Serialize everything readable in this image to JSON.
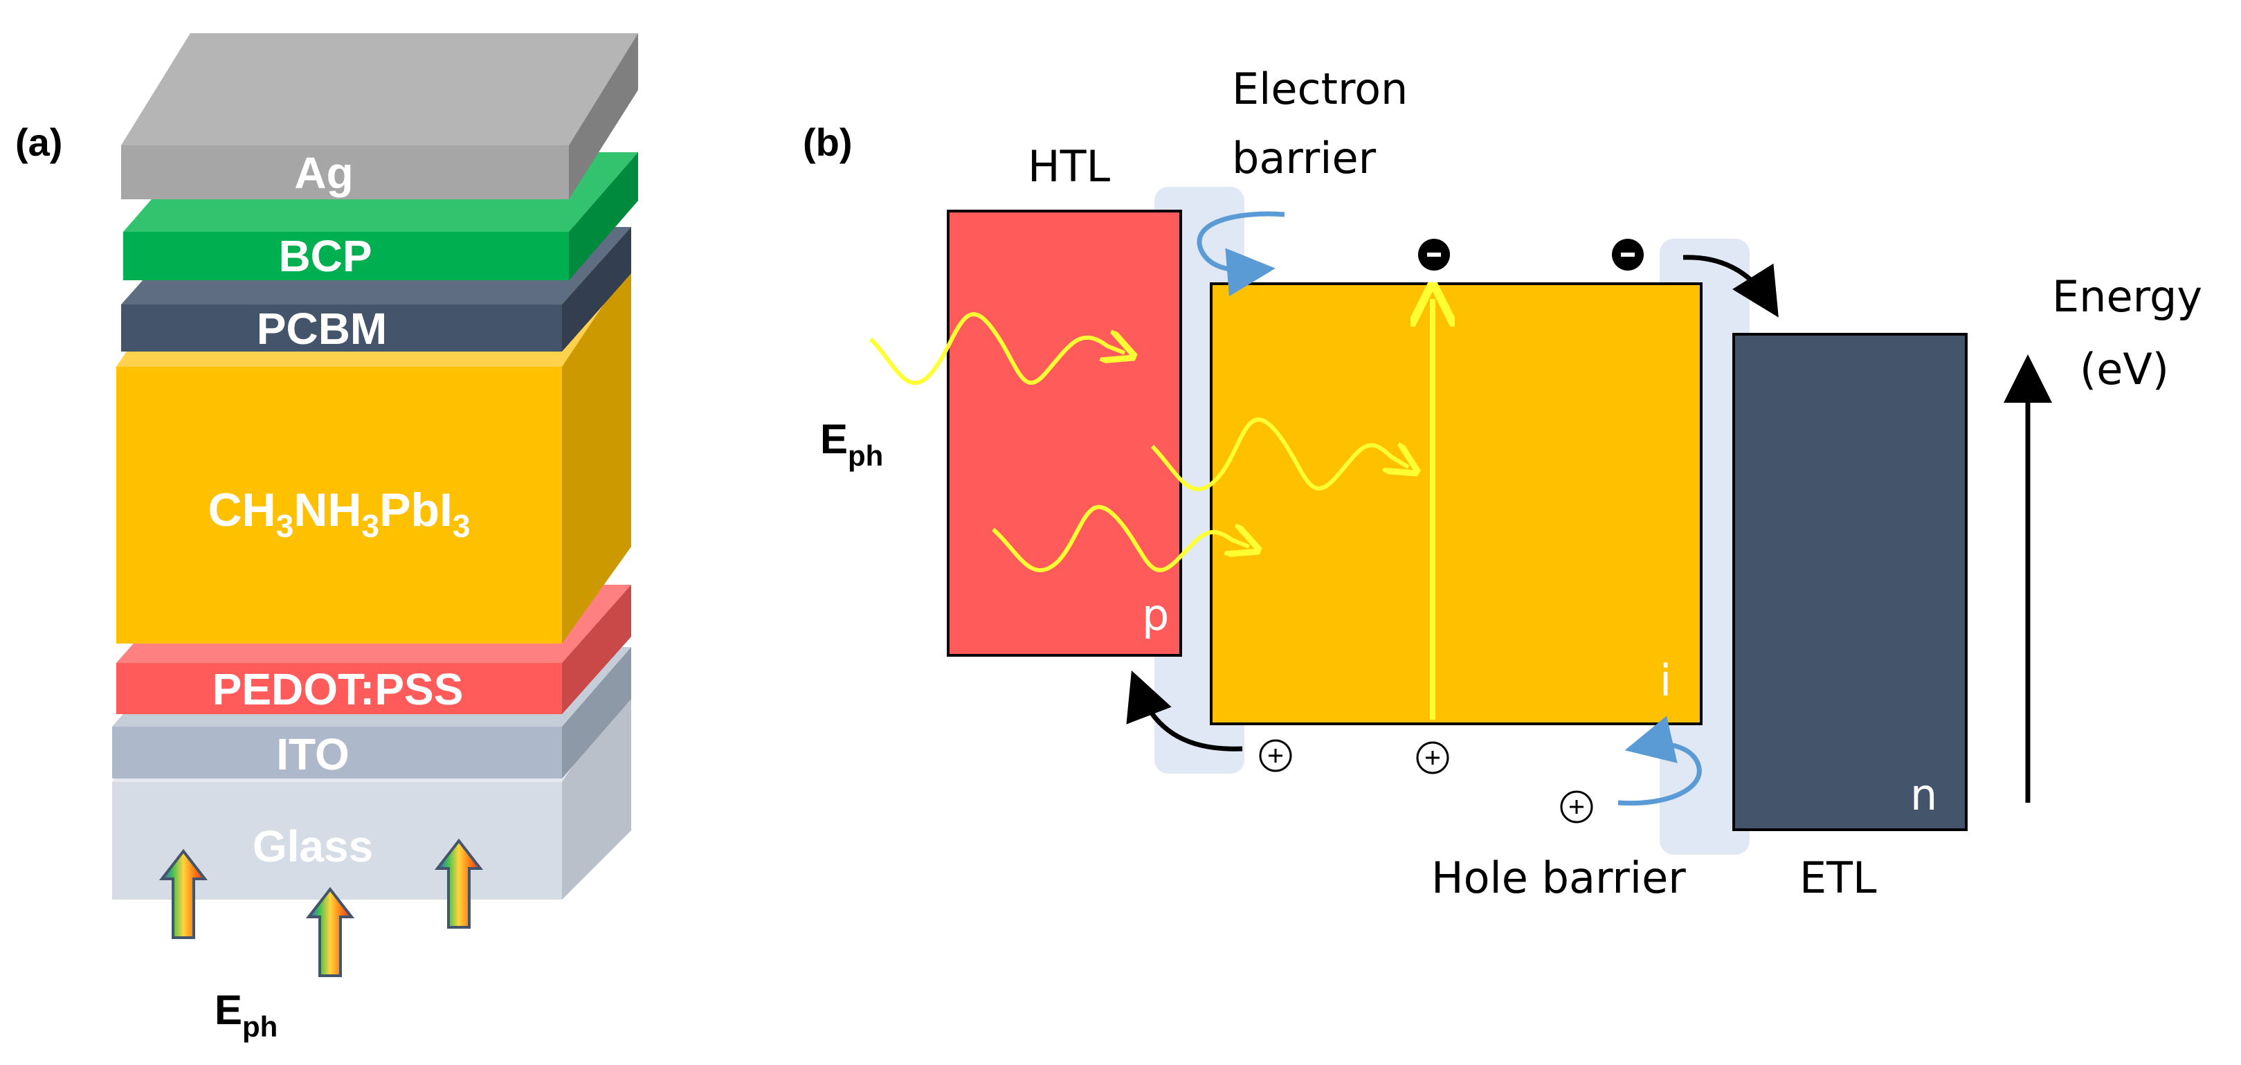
{
  "panel_a": {
    "label": "(a)",
    "layers": {
      "ag": "Ag",
      "bcp": "BCP",
      "pcbm": "PCBM",
      "perovskite_main": "CH",
      "perovskite_sub1": "3",
      "perovskite_mid": "NH",
      "perovskite_sub2": "3",
      "perovskite_end": "PbI",
      "perovskite_sub3": "3",
      "pedot": "PEDOT:PSS",
      "ito": "ITO",
      "glass": "Glass"
    },
    "photon_label_main": "E",
    "photon_label_sub": "ph"
  },
  "panel_b": {
    "label": "(b)",
    "htl_label": "HTL",
    "electron_barrier_line1": "Electron",
    "electron_barrier_line2": "barrier",
    "hole_barrier_label": "Hole barrier",
    "etl_label": "ETL",
    "p_label": "p",
    "i_label": "i",
    "n_label": "n",
    "energy_line1": "Energy",
    "energy_line2": "(eV)",
    "photon_label_main": "E",
    "photon_label_sub": "ph",
    "electron_symbol": "-",
    "hole_symbol": "+"
  },
  "colors": {
    "ag": "#a6a6a6",
    "bcp": "#00b050",
    "pcbm": "#44546a",
    "perovskite": "#ffc000",
    "pedot": "#ff5b5b",
    "ito": "#adb9ca",
    "glass": "#d6dce5",
    "htl": "#ff5b5b",
    "etl": "#44546a",
    "barrier": "#dae3f3",
    "photon_wave": "#ffff33",
    "barrier_arrow": "#5b9bd5"
  }
}
